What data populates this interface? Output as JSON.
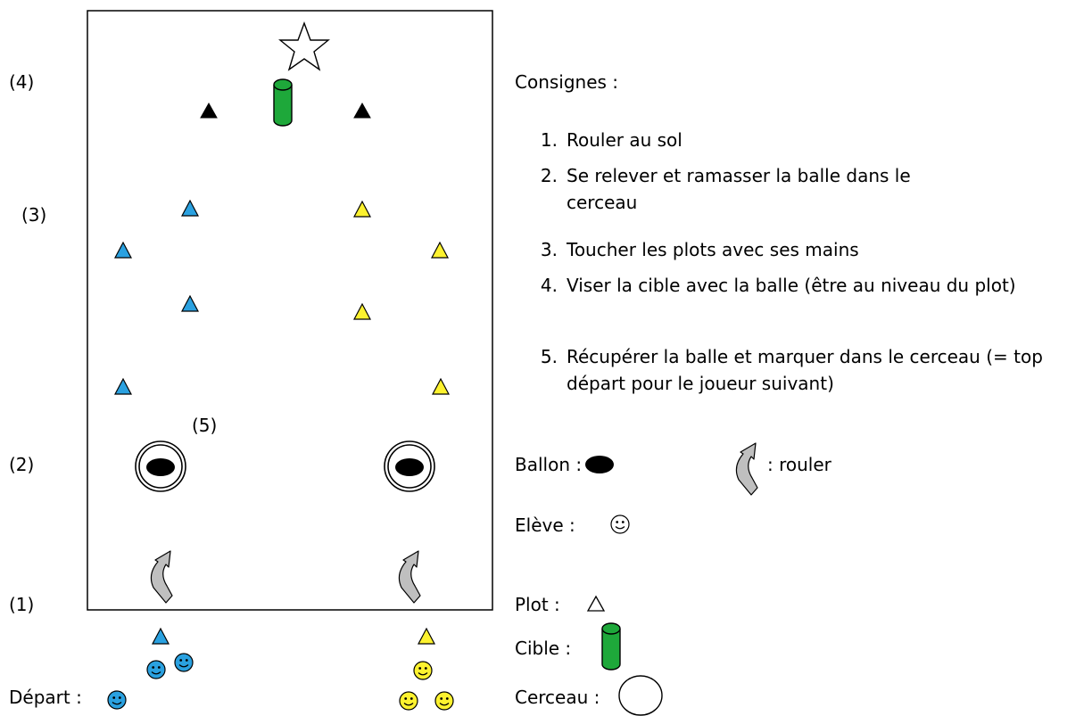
{
  "diagram": {
    "rows": [
      "(4)",
      "(3)",
      "(2)",
      "(1)"
    ],
    "label_5": "(5)",
    "depart_label": "Départ :",
    "colors": {
      "team_left": "#2aa1e0",
      "team_right": "#fdf22f",
      "top_cone": "#000000",
      "target": "#1ea83a",
      "ball": "#000000",
      "roll_arrow": "#bfbfbf"
    }
  },
  "instructions": {
    "title": "Consignes :",
    "items": [
      {
        "num": "1.",
        "text": "Rouler au sol"
      },
      {
        "num": "2.",
        "text": "Se relever et ramasser la balle dans le cerceau"
      },
      {
        "num": "3.",
        "text": "Toucher les plots avec ses mains"
      },
      {
        "num": "4.",
        "text": "Viser la cible avec la balle (être au niveau du plot)"
      },
      {
        "num": "5.",
        "text": "Récupérer la balle et marquer dans le cerceau (= top départ pour le joueur suivant)"
      }
    ]
  },
  "legend": {
    "ballon": "Ballon :",
    "rouler": ": rouler",
    "eleve": "Elève :",
    "plot": "Plot :",
    "cible": "Cible :",
    "cerceau": "Cerceau :"
  }
}
